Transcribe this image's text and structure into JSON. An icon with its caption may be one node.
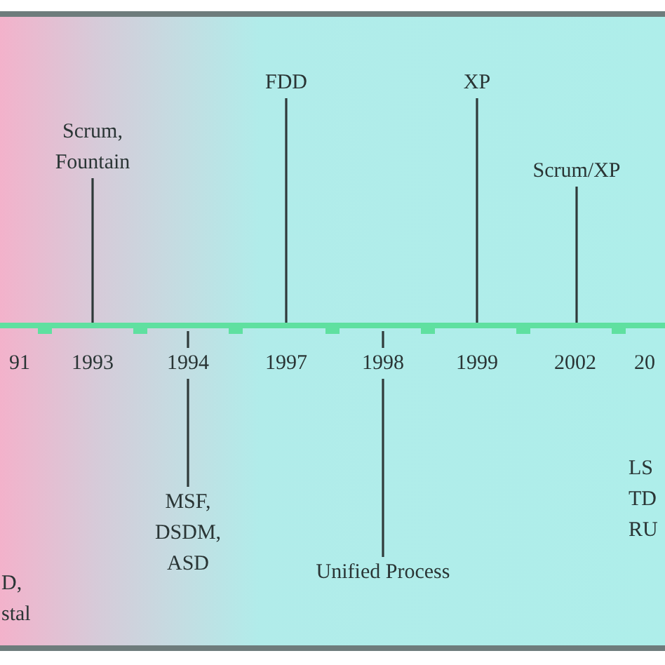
{
  "diagram": {
    "nodes": [
      {
        "text": [],
        "shape": "bar"
      },
      {
        "text": [
          "Scrum, Fountain"
        ]
      },
      {
        "text": [
          "FDD"
        ]
      },
      {
        "text": [
          "XP"
        ]
      },
      {
        "text": [
          "Scrum/XP"
        ]
      },
      {
        "text": [
          "MSF, DSDM, ASD"
        ]
      },
      {
        "text": [
          "Unified Process"
        ]
      }
    ],
    "edges": [
      {
        "from": 1,
        "to": 0,
        "arrow": "none"
      },
      {
        "from": 2,
        "to": 0,
        "arrow": "none"
      },
      {
        "from": 3,
        "to": 0,
        "arrow": "none"
      },
      {
        "from": 4,
        "to": 0,
        "arrow": "none"
      },
      {
        "from": 5,
        "to": 0,
        "arrow": "none"
      },
      {
        "from": 6,
        "to": 0,
        "arrow": "none"
      }
    ],
    "labels": [
      "91",
      "1993",
      "1994",
      "1997",
      "1998",
      "1999",
      "2002",
      "20",
      "D, stal",
      "LS TD RU"
    ]
  }
}
